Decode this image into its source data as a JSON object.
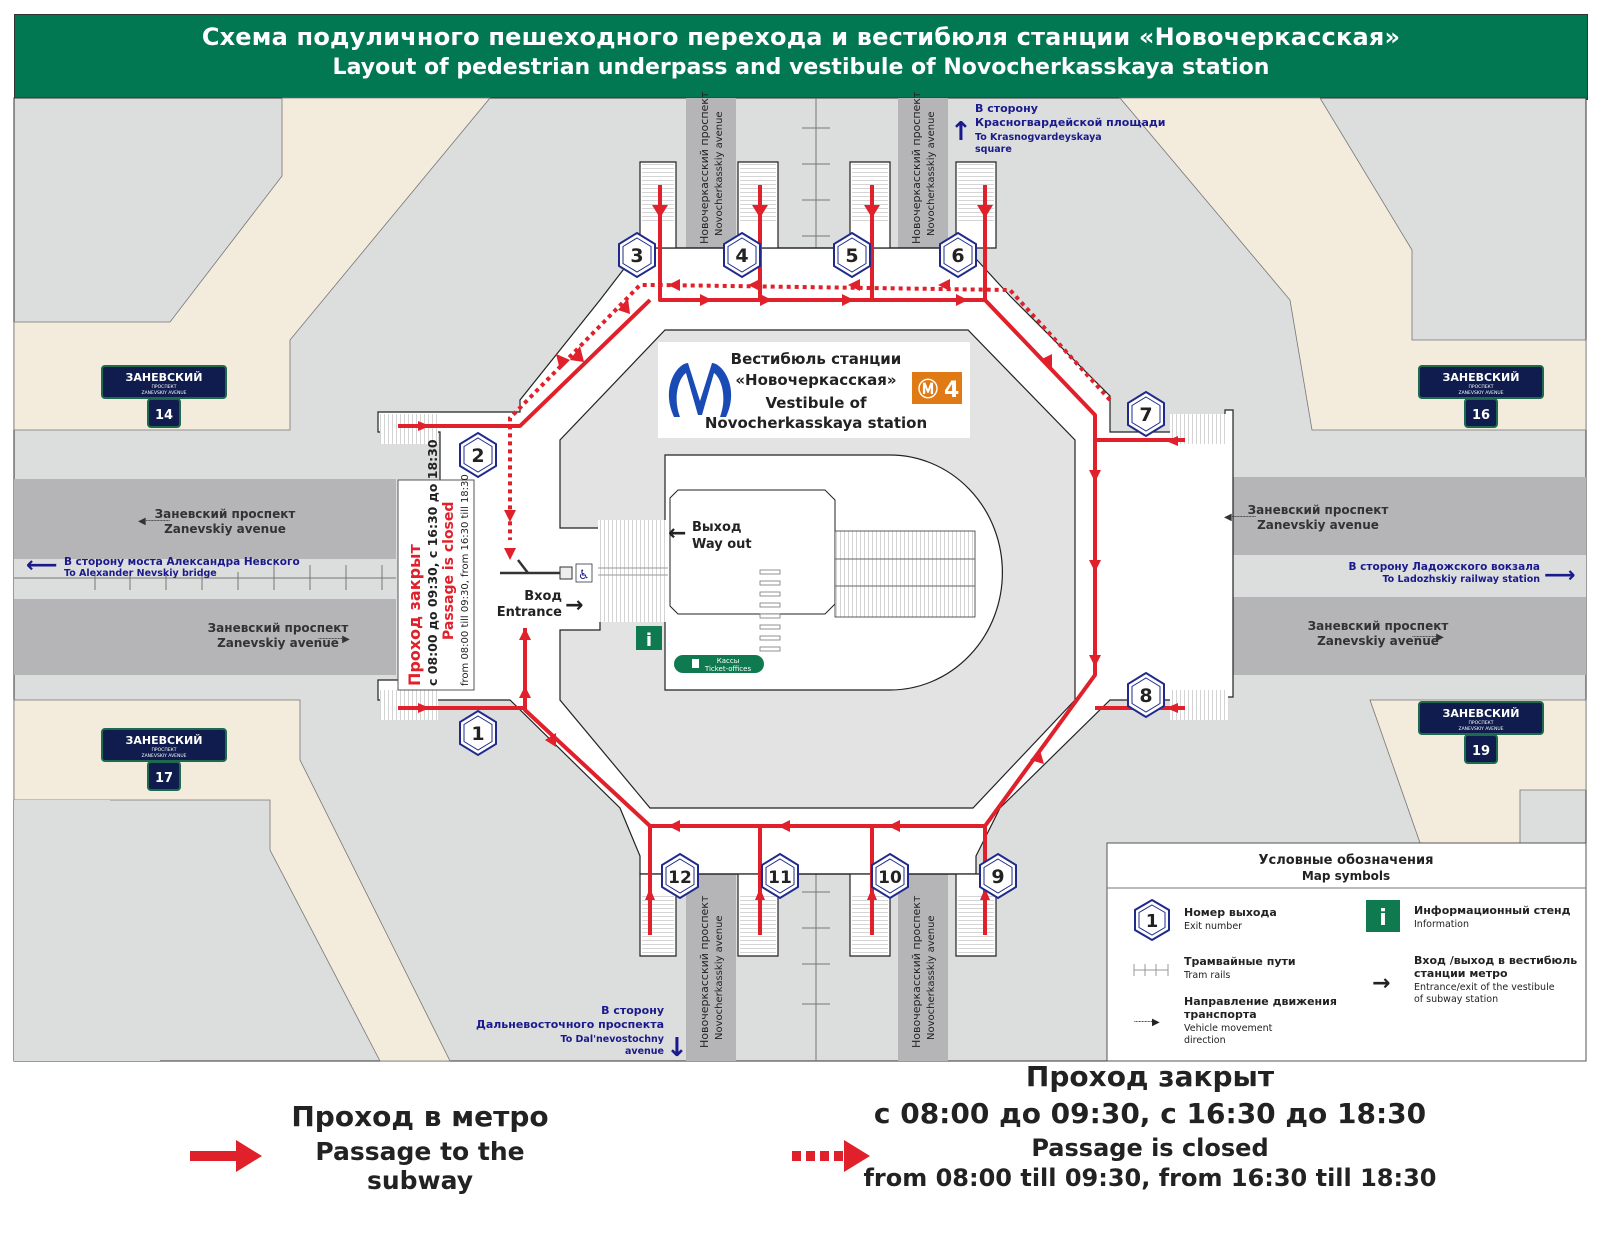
{
  "header": {
    "title_ru": "Схема подуличного пешеходного перехода и вестибюля станции «Новочеркасская»",
    "title_en": "Layout of pedestrian underpass and vestibule of Novocherkasskaya station"
  },
  "colors": {
    "header_green": "#017752",
    "passage_red": "#e0202a",
    "exit_badge_blue": "#1f2a8c",
    "direction_blue": "#1a1a8c",
    "metro_logo_blue": "#1a4bb5",
    "line4_orange": "#e07a14",
    "street_sign_navy": "#0f1c4d",
    "road_gray": "#b5b5b8",
    "ground_gray": "#dcdddd",
    "building_beige": "#f3ebdc",
    "info_green": "#0f7a50"
  },
  "vestibule": {
    "title_ru_1": "Вестибюль станции",
    "title_ru_2": "«Новочеркасская»",
    "title_en_1": "Vestibule of",
    "title_en_2": "Novocherkasskaya station",
    "line_badge": "4",
    "exit_ru": "Выход",
    "exit_en": "Way out",
    "entrance_ru": "Вход",
    "entrance_en": "Entrance",
    "ticket_ru": "Кассы",
    "ticket_en": "Ticket-offices",
    "info_glyph": "i"
  },
  "exits": [
    "1",
    "2",
    "3",
    "4",
    "5",
    "6",
    "7",
    "8",
    "9",
    "10",
    "11",
    "12"
  ],
  "closed_notice": {
    "ru_title": "Проход закрыт",
    "ru_times": "с 08:00 до 09:30, с 16:30 до 18:30",
    "en_title": "Passage is closed",
    "en_times": "from 08:00 till 09:30, from 16:30 till 18:30"
  },
  "streets": {
    "zanevskiy_ru": "Заневский проспект",
    "zanevskiy_en": "Zanevskiy avenue",
    "novocherkasskiy_ru": "Новочеркасский проспект",
    "novocherkasskiy_en": "Novocherkasskiy avenue"
  },
  "directions": {
    "north_ru_1": "В сторону",
    "north_ru_2": "Красногвардейской площади",
    "north_en_1": "To Krasnogvardeyskaya",
    "north_en_2": "square",
    "west_ru": "В сторону моста Александра Невского",
    "west_en": "To Alexander Nevskiy bridge",
    "east_ru": "В сторону Ладожского вокзала",
    "east_en": "To Ladozhskiy railway station",
    "south_ru_1": "В сторону",
    "south_ru_2": "Дальневосточного проспекта",
    "south_en_1": "To Dal'nevostochny",
    "south_en_2": "avenue"
  },
  "street_signs": [
    {
      "name": "ЗАНЕВСКИЙ",
      "sub": "ПРОСПЕКТ",
      "en": "ZANEVSKIY AVENUE",
      "number": "14"
    },
    {
      "name": "ЗАНЕВСКИЙ",
      "sub": "ПРОСПЕКТ",
      "en": "ZANEVSKIY AVENUE",
      "number": "16"
    },
    {
      "name": "ЗАНЕВСКИЙ",
      "sub": "ПРОСПЕКТ",
      "en": "ZANEVSKIY AVENUE",
      "number": "17"
    },
    {
      "name": "ЗАНЕВСКИЙ",
      "sub": "ПРОСПЕКТ",
      "en": "ZANEVSKIY AVENUE",
      "number": "19"
    }
  ],
  "map_symbols": {
    "title_ru": "Условные обозначения",
    "title_en": "Map symbols",
    "exit_number_ru": "Номер выхода",
    "exit_number_en": "Exit number",
    "exit_sample": "1",
    "tram_ru": "Трамвайные пути",
    "tram_en": "Tram rails",
    "vehicle_ru_1": "Направление движения",
    "vehicle_ru_2": "транспорта",
    "vehicle_en_1": "Vehicle movement",
    "vehicle_en_2": "direction",
    "info_ru": "Информационный стенд",
    "info_en": "Information",
    "entrance_ru_1": "Вход /выход в вестибюль",
    "entrance_ru_2": "станции метро",
    "entrance_en_1": "Entrance/exit of the vestibule",
    "entrance_en_2": "of subway station"
  },
  "bottom_legend": {
    "open_ru": "Проход в метро",
    "open_en": "Passage to the subway",
    "closed_ru_1": "Проход закрыт",
    "closed_ru_2": "с 08:00 до 09:30, с 16:30 до 18:30",
    "closed_en_1": "Passage is closed",
    "closed_en_2": "from 08:00 till 09:30, from 16:30 till 18:30"
  }
}
